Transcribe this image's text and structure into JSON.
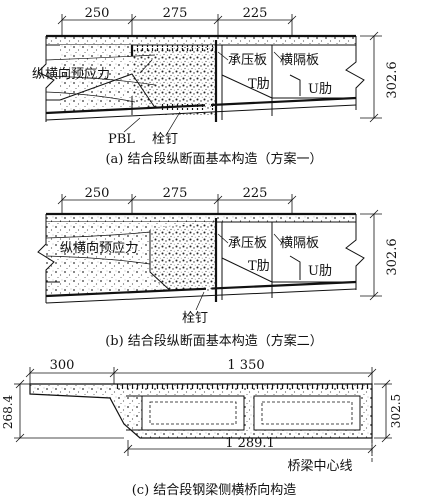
{
  "panel_a": {
    "dim_1": "250",
    "dim_2": "275",
    "dim_3": "225",
    "height_dim": "302.6",
    "label_prestress": "纵横向预应力",
    "label_bearing_plate": "承压板",
    "label_diaphragm": "横隔板",
    "label_t_rib": "T肋",
    "label_u_rib": "U肋",
    "label_pbl": "PBL",
    "label_stud": "栓钉",
    "caption": "(a) 结合段纵断面基本构造（方案一）"
  },
  "panel_b": {
    "dim_1": "250",
    "dim_2": "275",
    "dim_3": "225",
    "height_dim": "302.6",
    "label_prestress": "纵横向预应力",
    "label_bearing_plate": "承压板",
    "label_diaphragm": "横隔板",
    "label_t_rib": "T肋",
    "label_u_rib": "U肋",
    "label_stud": "栓钉",
    "caption": "(b) 结合段纵断面基本构造（方案二）"
  },
  "panel_c": {
    "dim_top_left": "300",
    "dim_top_right": "1 350",
    "dim_left_height": "268.4",
    "dim_right_height": "302.5",
    "dim_bottom": "1 289.1",
    "label_centerline": "桥梁中心线",
    "caption": "(c) 结合段钢梁侧横桥向构造"
  }
}
